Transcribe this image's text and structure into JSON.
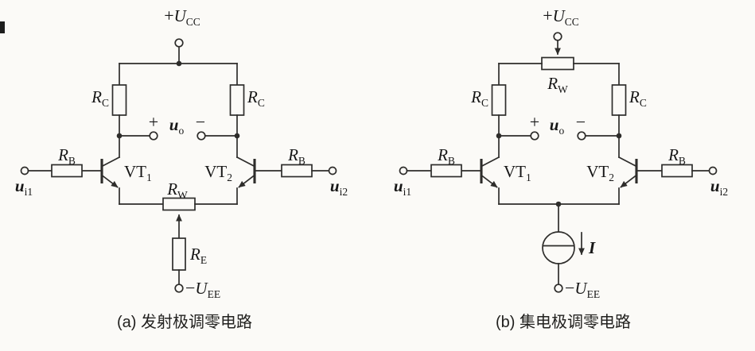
{
  "circuit_a": {
    "caption": "(a) 发射极调零电路",
    "supply_top": {
      "pre": "+",
      "base": "U",
      "sub": "CC"
    },
    "supply_bottom": {
      "pre": "−",
      "base": "U",
      "sub": "EE"
    },
    "rc_left": {
      "base": "R",
      "sub": "C"
    },
    "rc_right": {
      "base": "R",
      "sub": "C"
    },
    "rb_left": {
      "base": "R",
      "sub": "B"
    },
    "rb_right": {
      "base": "R",
      "sub": "B"
    },
    "rw": {
      "base": "R",
      "sub": "W"
    },
    "re": {
      "base": "R",
      "sub": "E"
    },
    "vt1": {
      "base": "VT",
      "sub": "1"
    },
    "vt2": {
      "base": "VT",
      "sub": "2"
    },
    "input_left": {
      "base": "u",
      "sub": "i1"
    },
    "input_right": {
      "base": "u",
      "sub": "i2"
    },
    "output": {
      "plus": "+",
      "label": {
        "base": "u",
        "sub": "o"
      },
      "minus": "−"
    }
  },
  "circuit_b": {
    "caption": "(b) 集电极调零电路",
    "supply_top": {
      "pre": "+",
      "base": "U",
      "sub": "CC"
    },
    "supply_bottom": {
      "pre": "−",
      "base": "U",
      "sub": "EE"
    },
    "rc_left": {
      "base": "R",
      "sub": "C"
    },
    "rc_right": {
      "base": "R",
      "sub": "C"
    },
    "rb_left": {
      "base": "R",
      "sub": "B"
    },
    "rb_right": {
      "base": "R",
      "sub": "B"
    },
    "rw": {
      "base": "R",
      "sub": "W"
    },
    "vt1": {
      "base": "VT",
      "sub": "1"
    },
    "vt2": {
      "base": "VT",
      "sub": "2"
    },
    "input_left": {
      "base": "u",
      "sub": "i1"
    },
    "input_right": {
      "base": "u",
      "sub": "i2"
    },
    "output": {
      "plus": "+",
      "label": {
        "base": "u",
        "sub": "o"
      },
      "minus": "−"
    },
    "current_source": {
      "label": "I"
    }
  }
}
